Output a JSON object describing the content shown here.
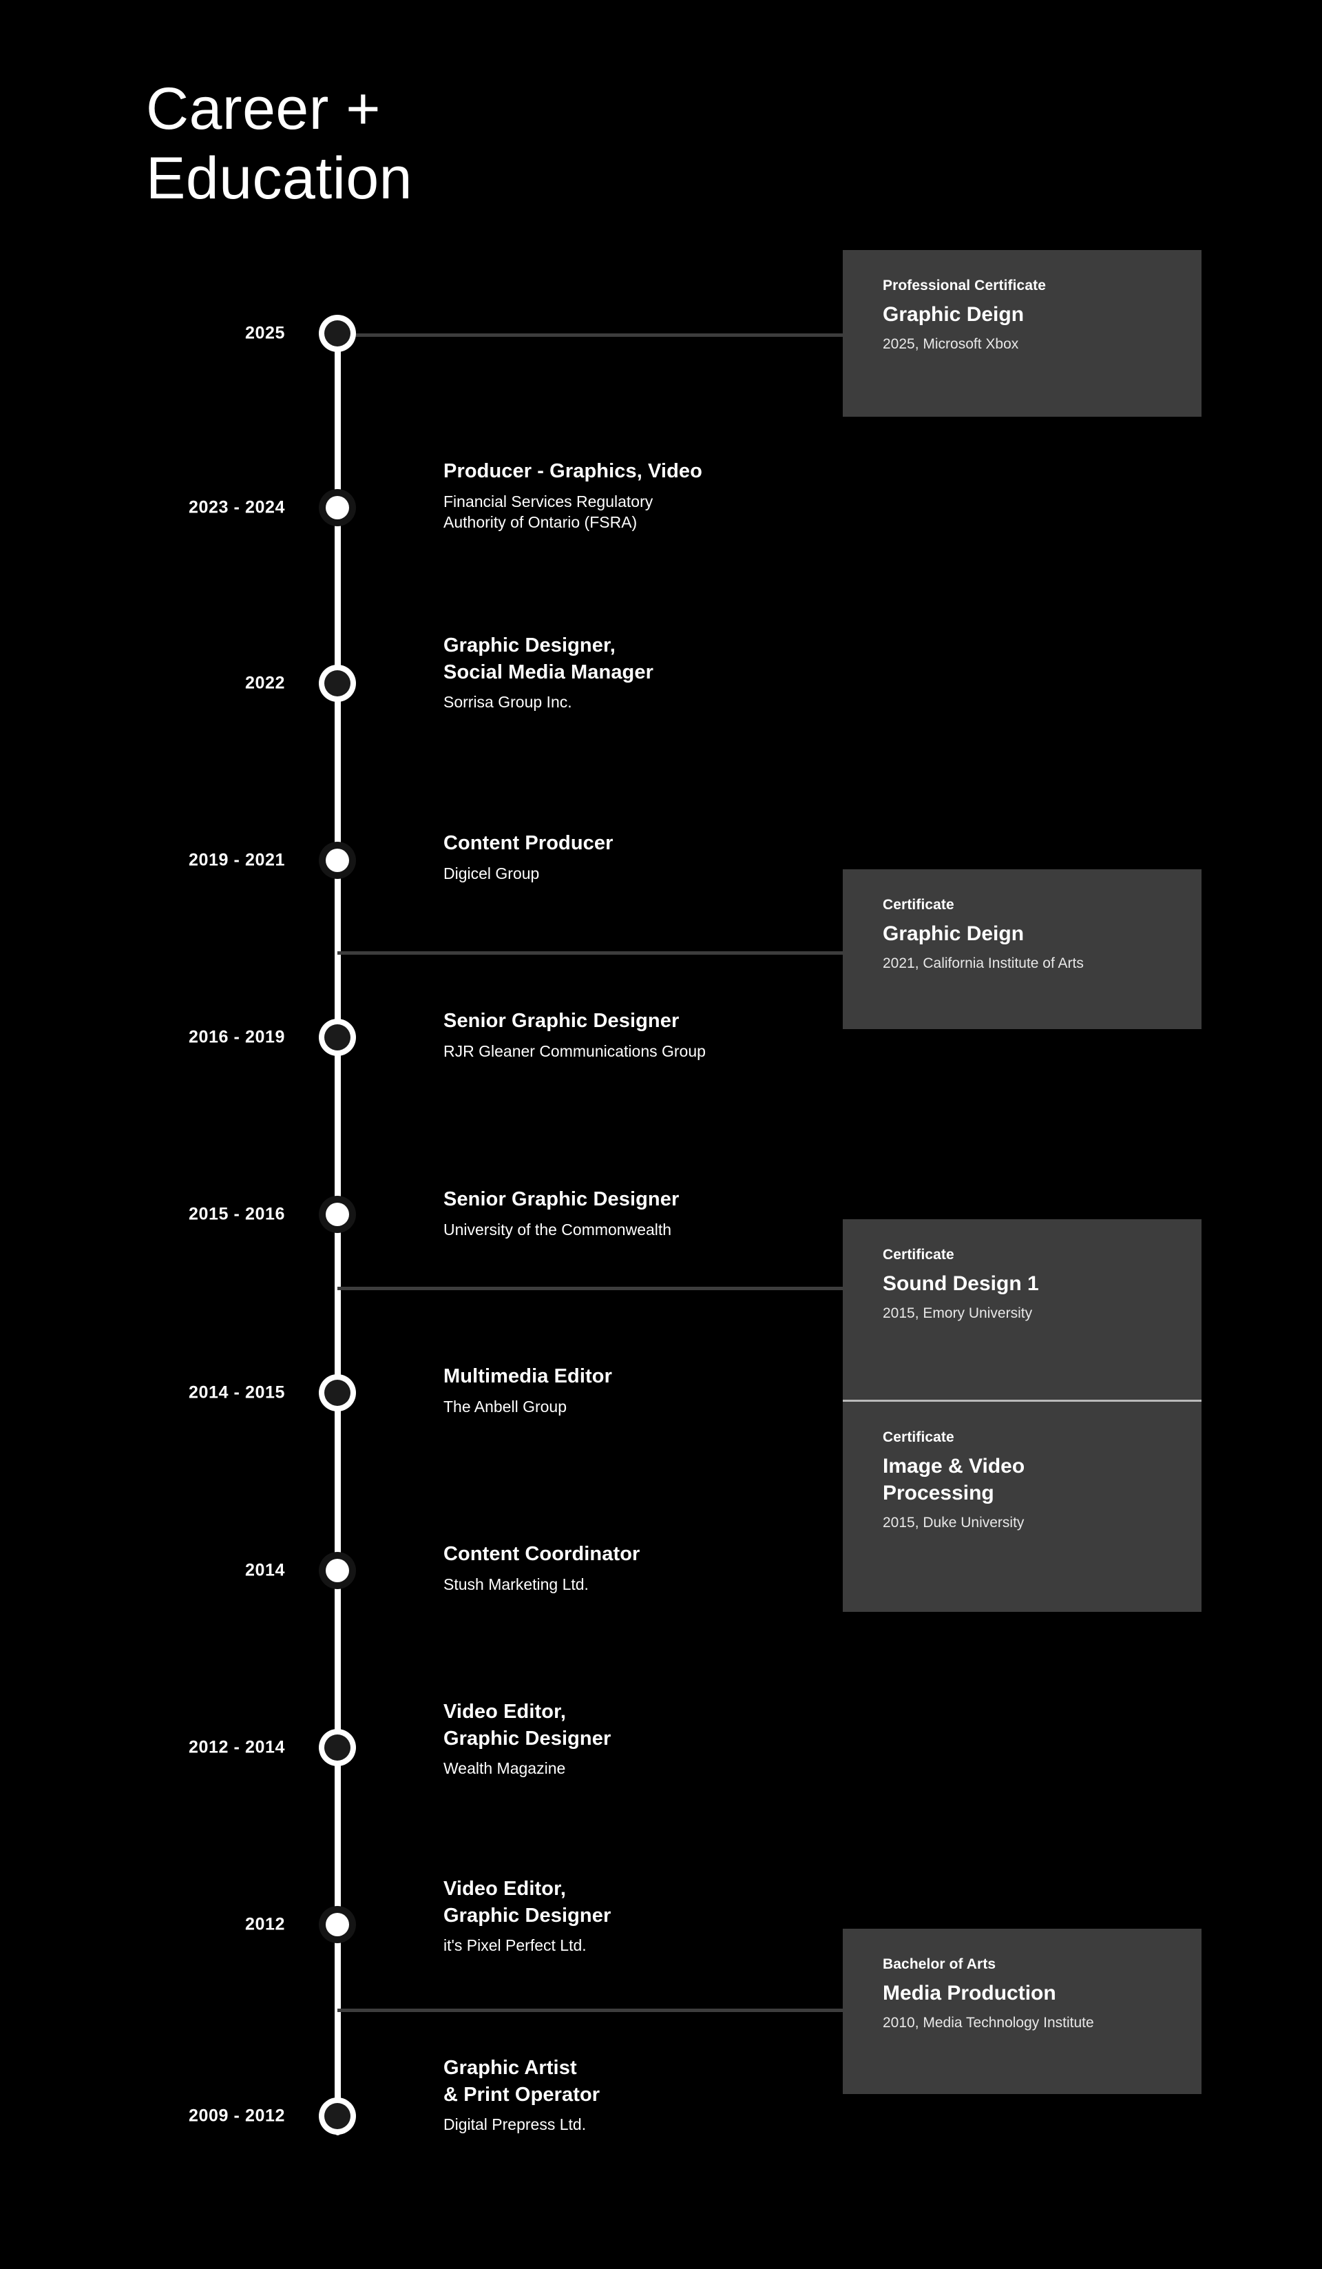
{
  "meta": {
    "background_color": "#000000",
    "card_color": "#3d3d3d",
    "text_color": "#ffffff",
    "accent_line_color": "#3d3d3d"
  },
  "header": {
    "title": "Career +\nEducation"
  },
  "timeline": {
    "entries": [
      {
        "year": "2025",
        "dot_style": "hollow",
        "title": "",
        "org": ""
      },
      {
        "year": "2023 - 2024",
        "dot_style": "solid",
        "title": "Producer - Graphics, Video",
        "org": "Financial Services Regulatory\nAuthority of Ontario (FSRA)"
      },
      {
        "year": "2022",
        "dot_style": "hollow",
        "title": "Graphic Designer,\nSocial Media Manager",
        "org": "Sorrisa Group Inc."
      },
      {
        "year": "2019 - 2021",
        "dot_style": "solid",
        "title": "Content Producer",
        "org": "Digicel Group"
      },
      {
        "year": "2016 - 2019",
        "dot_style": "hollow",
        "title": "Senior Graphic Designer",
        "org": "RJR Gleaner Communications Group"
      },
      {
        "year": "2015 - 2016",
        "dot_style": "solid",
        "title": "Senior Graphic Designer",
        "org": "University of the Commonwealth"
      },
      {
        "year": "2014 - 2015",
        "dot_style": "hollow",
        "title": "Multimedia Editor",
        "org": "The Anbell Group"
      },
      {
        "year": "2014",
        "dot_style": "solid",
        "title": "Content Coordinator",
        "org": "Stush Marketing Ltd."
      },
      {
        "year": "2012 - 2014",
        "dot_style": "hollow",
        "title": "Video Editor,\nGraphic Designer",
        "org": "Wealth Magazine"
      },
      {
        "year": "2012",
        "dot_style": "solid",
        "title": "Video Editor,\nGraphic Designer",
        "org": "it's Pixel Perfect Ltd."
      },
      {
        "year": "2009 - 2012",
        "dot_style": "hollow",
        "title": "Graphic Artist\n& Print Operator",
        "org": "Digital Prepress Ltd."
      }
    ]
  },
  "certificates": [
    {
      "kicker": "Professional Certificate",
      "name": "Graphic Deign",
      "meta": "2025, Microsoft Xbox"
    },
    {
      "kicker": "Certificate",
      "name": "Graphic Deign",
      "meta": "2021, California Institute of Arts"
    },
    {
      "kicker": "Certificate",
      "name": "Sound Design 1",
      "meta": "2015, Emory University"
    },
    {
      "kicker": "Certificate",
      "name": "Image & Video\nProcessing",
      "meta": "2015, Duke University"
    },
    {
      "kicker": "Bachelor of Arts",
      "name": "Media Production",
      "meta": "2010, Media Technology Institute"
    }
  ]
}
